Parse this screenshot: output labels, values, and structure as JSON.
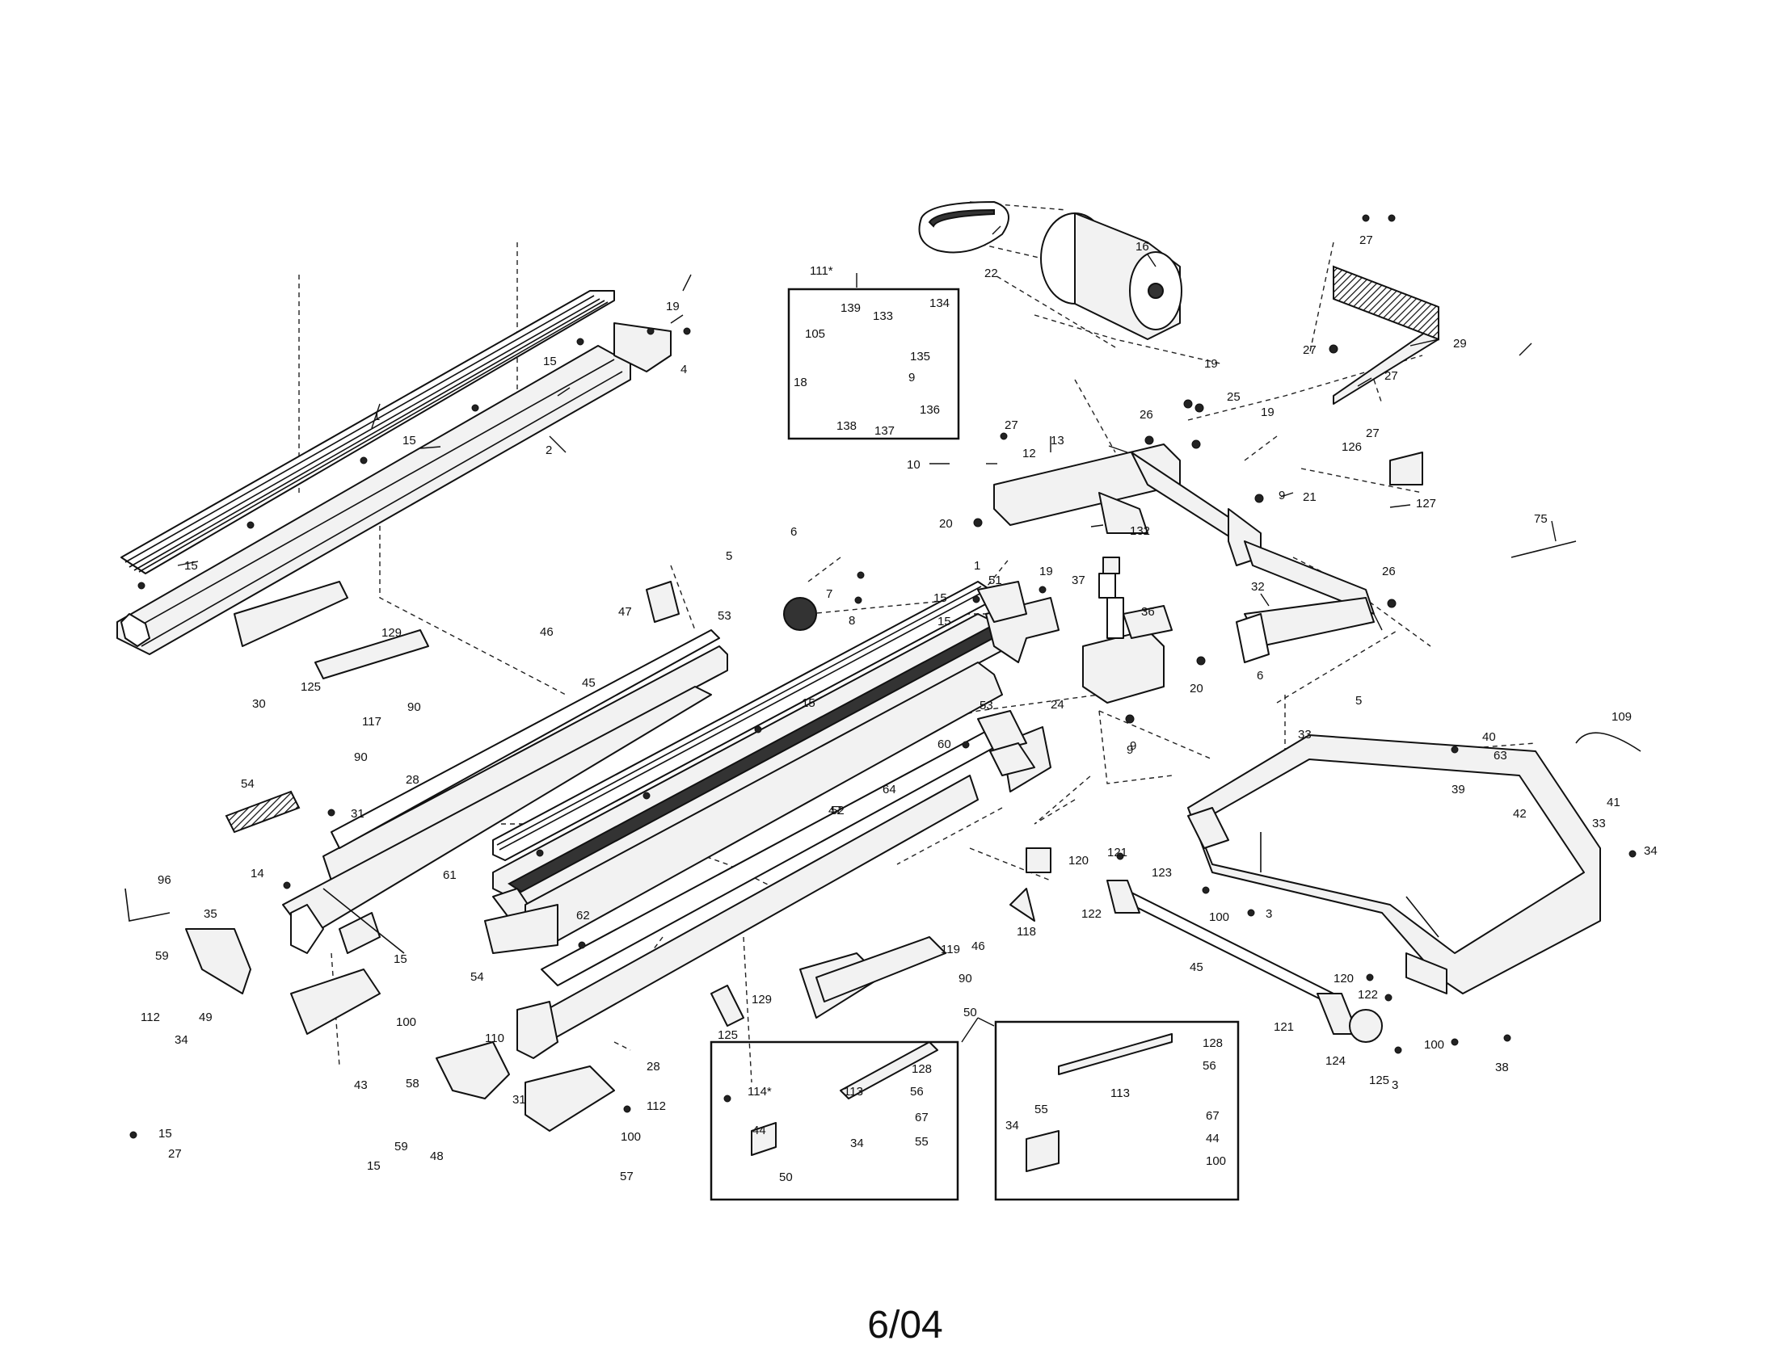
{
  "page_number": "6/04",
  "callouts": [
    "1",
    "2",
    "4",
    "15",
    "19",
    "15",
    "15",
    "1",
    "15",
    "15",
    "111*",
    "139",
    "105",
    "133",
    "134",
    "18",
    "135",
    "9",
    "138",
    "137",
    "136",
    "22",
    "16",
    "27",
    "27",
    "29",
    "27",
    "19",
    "25",
    "19",
    "26",
    "126",
    "13",
    "27",
    "12",
    "10",
    "20",
    "9",
    "21",
    "27",
    "127",
    "132",
    "75",
    "6",
    "5",
    "7",
    "8",
    "47",
    "46",
    "45",
    "53",
    "51",
    "19",
    "15",
    "37",
    "36",
    "32",
    "26",
    "24",
    "20",
    "6",
    "5",
    "9",
    "30",
    "125",
    "129",
    "117",
    "90",
    "90",
    "28",
    "52",
    "64",
    "53",
    "60",
    "54",
    "31",
    "14",
    "61",
    "96",
    "35",
    "15",
    "59",
    "112",
    "34",
    "49",
    "100",
    "43",
    "54",
    "62",
    "110",
    "28",
    "47",
    "120",
    "121",
    "122",
    "123",
    "45",
    "46",
    "118",
    "119",
    "90",
    "129",
    "125",
    "114*",
    "50",
    "128",
    "56",
    "113",
    "67",
    "44",
    "34",
    "55",
    "50",
    "128",
    "56",
    "113",
    "67",
    "55",
    "34",
    "44",
    "100",
    "120",
    "122",
    "121",
    "124",
    "125",
    "3",
    "100",
    "3",
    "100",
    "38",
    "33",
    "40",
    "63",
    "39",
    "42",
    "109",
    "41",
    "33",
    "34",
    "58",
    "31",
    "112",
    "59",
    "15",
    "48",
    "100",
    "57",
    "27",
    "15",
    "9"
  ],
  "icons": [
    "dashed-assembly-line",
    "hex-screw",
    "hex-nut"
  ]
}
